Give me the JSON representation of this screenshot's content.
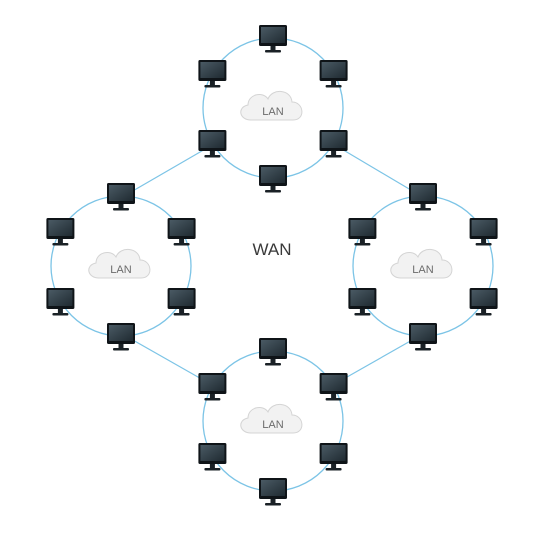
{
  "wan_label": "WAN",
  "colors": {
    "link": "#7cc4e6",
    "monitor_frame": "#0f1418",
    "monitor_screen": "#2d3a43",
    "cloud_fill": "#f2f2f2",
    "cloud_stroke": "#d4d4d4"
  },
  "networks": [
    {
      "id": "top",
      "label": "LAN",
      "computers": 6
    },
    {
      "id": "left",
      "label": "LAN",
      "computers": 6
    },
    {
      "id": "right",
      "label": "LAN",
      "computers": 6
    },
    {
      "id": "bottom",
      "label": "LAN",
      "computers": 6
    }
  ],
  "wan_links": [
    [
      "top",
      "left"
    ],
    [
      "top",
      "right"
    ],
    [
      "left",
      "bottom"
    ],
    [
      "right",
      "bottom"
    ]
  ]
}
